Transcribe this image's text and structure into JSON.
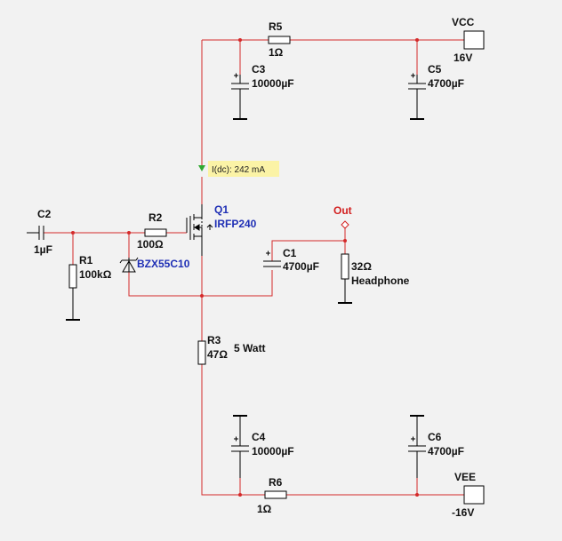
{
  "labels": {
    "r5_name": "R5",
    "r5_val": "1Ω",
    "vcc_name": "VCC",
    "vcc_val": "16V",
    "c3_name": "C3",
    "c3_val": "10000µF",
    "c5_name": "C5",
    "c5_val": "4700µF",
    "probe": "I(dc): 242 mA",
    "q1_name": "Q1",
    "q1_val": "IRFP240",
    "c2_name": "C2",
    "c2_val": "1µF",
    "r2_name": "R2",
    "r2_val": "100Ω",
    "r1_name": "R1",
    "r1_val": "100kΩ",
    "d_val": "BZX55C10",
    "out": "Out",
    "c1_name": "C1",
    "c1_val": "4700µF",
    "hp_val": "32Ω",
    "hp_name": "Headphone",
    "r3_name": "R3",
    "r3_val": "47Ω",
    "r3_note": "5 Watt",
    "c4_name": "C4",
    "c4_val": "10000µF",
    "c6_name": "C6",
    "c6_val": "4700µF",
    "r6_name": "R6",
    "r6_val": "1Ω",
    "vee_name": "VEE",
    "vee_val": "-16V"
  },
  "colors": {
    "wire": "#d42a2a",
    "component": "#000000",
    "label_blue": "#1f2fb5",
    "label_red": "#d21f1f",
    "probe_bg": "#fbf3a6",
    "probe_marker": "#2fa82f"
  }
}
